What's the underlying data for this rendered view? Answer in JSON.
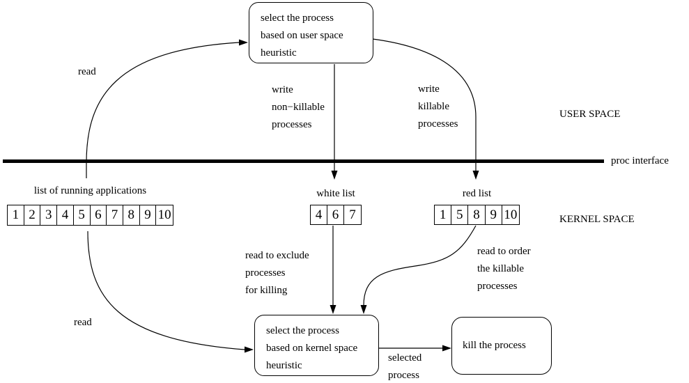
{
  "regions": {
    "user_space": "USER SPACE",
    "kernel_space": "KERNEL SPACE",
    "proc_interface": "proc interface"
  },
  "boxes": {
    "user_heuristic": {
      "lines": [
        "select the process",
        "based on user space",
        "heuristic"
      ]
    },
    "kernel_heuristic": {
      "lines": [
        "select the process",
        "based on kernel space",
        "heuristic"
      ]
    },
    "kill": {
      "label": "kill the process"
    }
  },
  "lists": {
    "running": {
      "title": "list of running applications",
      "values": [
        "1",
        "2",
        "3",
        "4",
        "5",
        "6",
        "7",
        "8",
        "9",
        "10"
      ]
    },
    "white": {
      "title": "white list",
      "values": [
        "4",
        "6",
        "7"
      ]
    },
    "red": {
      "title": "red list",
      "values": [
        "1",
        "5",
        "8",
        "9",
        "10"
      ]
    }
  },
  "edge_labels": {
    "read_top": "read",
    "read_bottom": "read",
    "write_non_killable": {
      "lines": [
        "write",
        "non−killable",
        "processes"
      ]
    },
    "write_killable": {
      "lines": [
        "write",
        "killable",
        "processes"
      ]
    },
    "read_exclude": {
      "lines": [
        "read to exclude",
        "processes",
        "for killing"
      ]
    },
    "read_order": {
      "lines": [
        "read to order",
        "the killable",
        "processes"
      ]
    },
    "selected_process": {
      "lines": [
        "selected",
        "process"
      ]
    }
  },
  "colors": {
    "ink": "#000000",
    "background": "#ffffff"
  }
}
